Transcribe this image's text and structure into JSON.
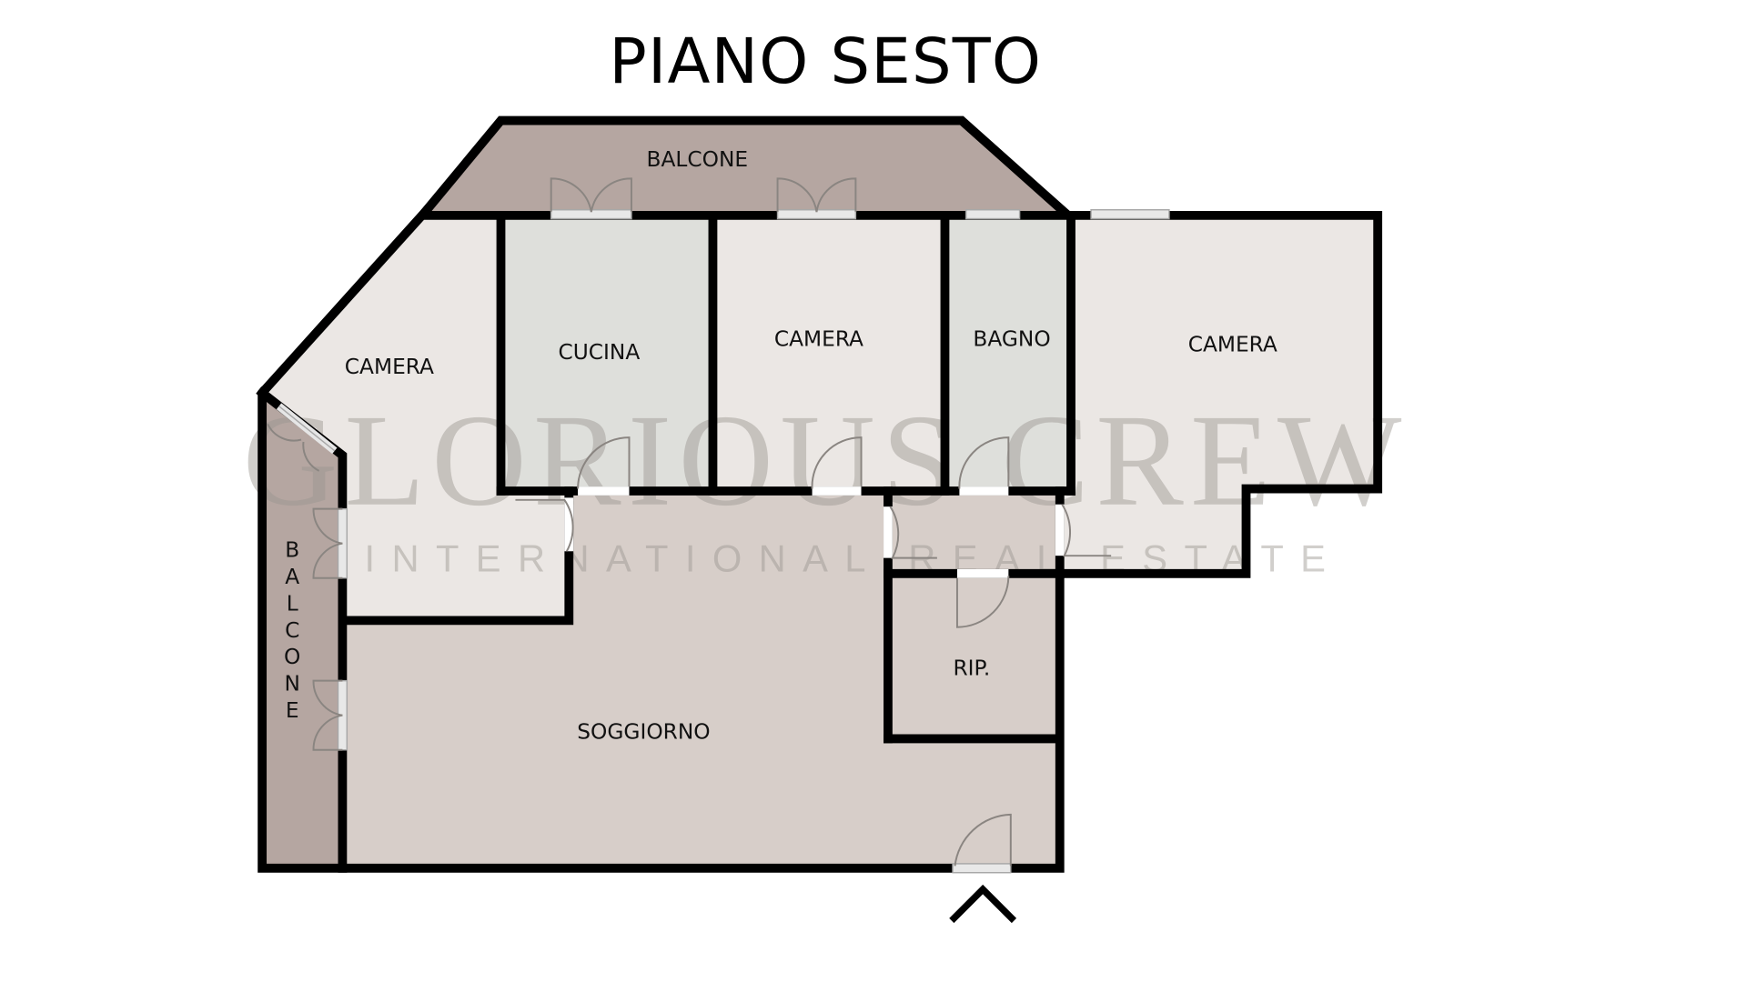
{
  "title": "PIANO SESTO",
  "watermark": {
    "brand": "GLORIOUS CREW",
    "tagline": "INTERNATIONAL REAL ESTATE"
  },
  "rooms": [
    {
      "id": "balcone-top",
      "label": "BALCONE"
    },
    {
      "id": "camera-left",
      "label": "CAMERA"
    },
    {
      "id": "cucina",
      "label": "CUCINA"
    },
    {
      "id": "camera-center",
      "label": "CAMERA"
    },
    {
      "id": "bagno",
      "label": "BAGNO"
    },
    {
      "id": "camera-right",
      "label": "CAMERA"
    },
    {
      "id": "balcone-left",
      "label": "BALCONE",
      "letters": [
        "B",
        "A",
        "L",
        "C",
        "O",
        "N",
        "E"
      ]
    },
    {
      "id": "soggiorno",
      "label": "SOGGIORNO"
    },
    {
      "id": "ripostiglio",
      "label": "RIP."
    }
  ],
  "colors": {
    "balcony": "#b5a6a1",
    "bedroom": "#ebe7e4",
    "wet_room": "#dedfdb",
    "living": "#d7cec9",
    "wall": "#000000",
    "background": "#ffffff"
  },
  "entrance_icon": "entrance-arrow-icon"
}
